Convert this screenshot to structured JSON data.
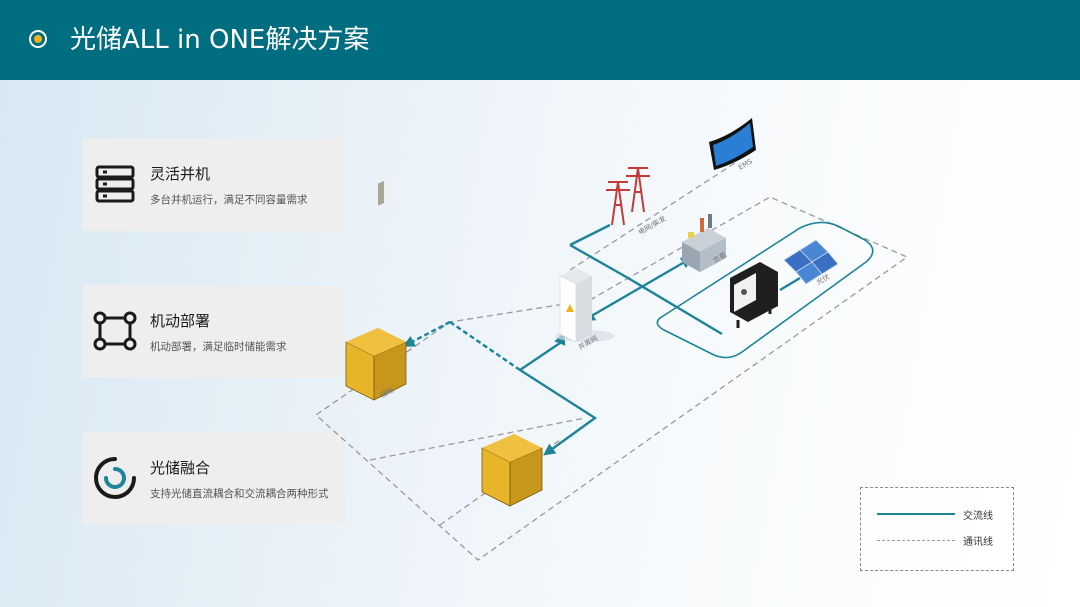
{
  "header": {
    "title": "光储ALL in ONE解决方案"
  },
  "features": [
    {
      "title": "灵活并机",
      "desc": "多台并机运行，满足不同容量需求",
      "icon": "server-stack-icon"
    },
    {
      "title": "机动部署",
      "desc": "机动部署，满足临时储能需求",
      "icon": "network-nodes-icon"
    },
    {
      "title": "光储融合",
      "desc": "支持光储直流耦合和交流耦合两种形式",
      "icon": "ring-loop-icon"
    }
  ],
  "diagram": {
    "labels": {
      "ems": "EMS",
      "grid": "电网/柴发",
      "load": "负载",
      "pv": "光伏",
      "cabinet": "并离网",
      "storage": "储能"
    }
  },
  "legend": {
    "ac_line": "交流线",
    "comm_line": "通讯线"
  },
  "colors": {
    "header": "#006e80",
    "accent": "#f2b21c",
    "ac_line": "#1e8499",
    "comm_line": "#9a9a9a"
  }
}
